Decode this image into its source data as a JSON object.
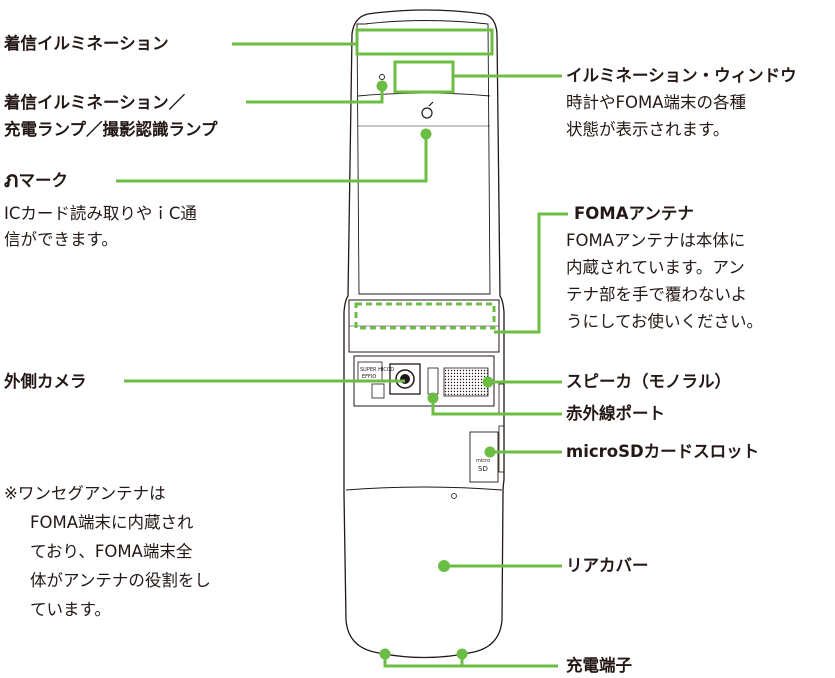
{
  "colors": {
    "leader": "#6cbd45",
    "outline": "#231815",
    "text": "#231815"
  },
  "icons": {
    "felica_mark": "felica-mark-icon",
    "mobile_light_mark": "mobile-light-icon"
  },
  "labels": {
    "incoming_illumination": "着信イルミネーション",
    "incoming_charge_lamp_line1": "着信イルミネーション／",
    "incoming_charge_lamp_line2": "充電ランプ／撮影認識ランプ",
    "felica_mark": "マーク",
    "felica_desc_line1": "ICカード読み取りやｉC通",
    "felica_desc_line2": "信ができます。",
    "outer_camera": "外側カメラ",
    "illumination_window": "イルミネーション・ウィンドウ",
    "illumination_window_desc_line1": "時計やFOMA端末の各種",
    "illumination_window_desc_line2": "状態が表示されます。",
    "foma_antenna": "FOMAアンテナ",
    "foma_antenna_desc_line1": "FOMAアンテナは本体に",
    "foma_antenna_desc_line2": "内蔵されています。アン",
    "foma_antenna_desc_line3": "テナ部を手で覆わないよ",
    "foma_antenna_desc_line4": "うにしてお使いください。",
    "speaker": "スピーカ（モノラル）",
    "infrared_port": "赤外線ポート",
    "microsd_slot": "microSDカードスロット",
    "rear_cover": "リアカバー",
    "charging_terminal": "充電端子"
  },
  "note": {
    "line1": "※ワンセグアンテナは",
    "line2": "FOMA端末に内蔵され",
    "line3": "ており、FOMA端末全",
    "line4": "体がアンテナの役割をし",
    "line5": "ています。"
  },
  "phone_markings": {
    "camera_label_line1": "SUPER HICCD",
    "camera_label_line2": "EFFIO",
    "card_slot_label_line1": "micro",
    "card_slot_label_line2": "SD"
  }
}
